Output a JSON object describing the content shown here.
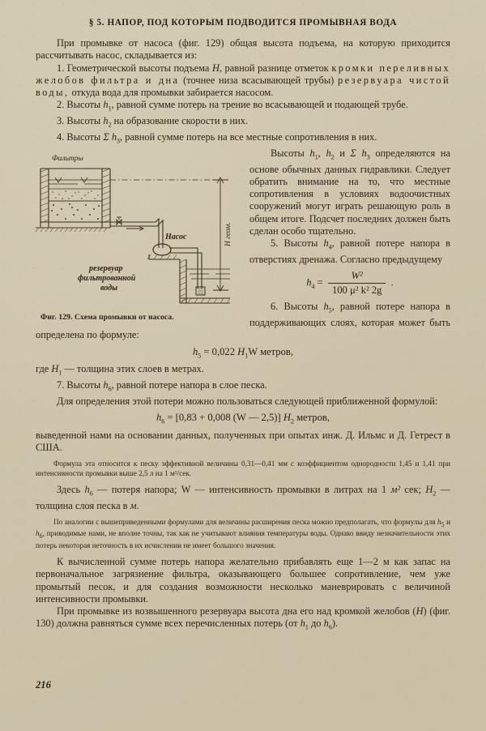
{
  "page": {
    "number": "216",
    "section_title": "§ 5. Напор, под которым подводится промывная вода"
  },
  "paragraphs": {
    "intro": "При промывке от насоса (фиг. 129) общая высота подъема, на которую приходится рассчитывать насос, складывается из:",
    "item1_a": "1. Геометрической высоты подъема ",
    "item1_H": "H",
    "item1_b": ", равной разнице отметок ",
    "item1_spaced1": "кромки переливных желобов фильтра и дна",
    "item1_c": " (точнее низа всасывающей трубы) ",
    "item1_spaced2": "резервуара чистой воды,",
    "item1_d": " откуда вода для промывки забирается насосом.",
    "item2_a": "2. Высоты ",
    "item2_h": "h",
    "item2_sub": "1",
    "item2_b": ", равной сумме потерь на трение во всасывающей и подающей трубе.",
    "item3_a": "3. Высоты ",
    "item3_h": "h",
    "item3_sub": "2",
    "item3_b": " на образование скорости в них.",
    "item4_a": "4. Высоты ",
    "item4_sigma": "Σ h",
    "item4_sub": "3",
    "item4_b": ", равной сумме потерь на все местные сопротивления в них.",
    "item5_a": "Высоты ",
    "item5_h1": "h",
    "item5_s1": "1",
    "item5_sep1": ", ",
    "item5_h2": "h",
    "item5_s2": "2",
    "item5_sep2": " и ",
    "item5_h3": "Σ h",
    "item5_s3": "3",
    "item5_b": " определяются на основе обычных данных гидравлики. Следует обратить внимание на то, что местные сопротивления в условиях водоочистных сооружений могут играть решающую роль в общем итоге. Подсчет последних должен быть сделан особо тщательно.",
    "item6_a": "5. Высоты ",
    "item6_h": "h",
    "item6_sub": "4",
    "item6_b": ", равной потере напора в отверстиях дренажа. Согласно предыдущему",
    "item7_a": "6. Высоты ",
    "item7_h": "h",
    "item7_sub": "5",
    "item7_b": ", равной потере напора в поддерживающих слоях, которая может быть определена по формуле:",
    "item7_note_a": "где ",
    "item7_note_H": "H",
    "item7_note_sub": "1",
    "item7_note_b": " — толщина этих слоев в метрах.",
    "item8_a": "7. Высоты ",
    "item8_h": "h",
    "item8_sub": "6",
    "item8_b": ", равной потере напора в слое песка.",
    "item9": "Для определения этой потери можно пользоваться следующей приближенной формулой:",
    "item10": "выведенной нами на основании данных, полученных при опытах инж. Д. Ильмс и Д. Гетрест в США.",
    "small1": "Формула эта относится к песку эффективной величины 0,31—0,41 мм с коэффициентом однородности 1,45 и 1,41 при интенсивности промывки выше 2,5 л на 1 м²/сек.",
    "item11_a": "Здесь ",
    "item11_h": "h",
    "item11_sub": "6",
    "item11_b": " — потеря напора; W — интенсивность промывки в литрах на 1 ",
    "item11_m": "м²",
    "item11_c": " сек; ",
    "item11_H": "H",
    "item11_Hsub": "2",
    "item11_d": " — толщина слоя песка в ",
    "item11_m2": "м",
    "item11_e": ".",
    "small2_a": "По аналогии с вышеприведенными формулами для величины расширения песка можно предполагать, что формулы для ",
    "small2_h5": "h",
    "small2_s5": "5",
    "small2_mid": " и ",
    "small2_h6": "h",
    "small2_s6": "6",
    "small2_b": ", приводимые нами, не вполне точны, так как не учитывают влияния температуры воды. Однако ввиду незначительности этих потерь некоторая неточность в их исчислении не имеет большого значения.",
    "item12": "К вычисленной сумме потерь напора желательно прибавлять еще 1—2 м как запас на первоначальное загрязнение фильтра, оказывающего большее сопротивление, чем уже промытый песок, и для создания возможности несколько маневрировать с величиной интенсивности промывки.",
    "item13_a": "При промывке из возвышенного резервуара высота дна его над кромкой желобов (",
    "item13_H": "H",
    "item13_b": ") (фиг. 130) должна равняться сумме всех перечисленных потерь (от ",
    "item13_h1": "h",
    "item13_s1": "1",
    "item13_mid": " до ",
    "item13_h9": "h",
    "item13_s9": "6",
    "item13_c": ")."
  },
  "formulas": {
    "h4": {
      "lhs": "h",
      "lhs_sub": "4",
      "eq": "=",
      "numerator": "W²",
      "denominator": "100 μ² k² 2g",
      "trail": "."
    },
    "h5": {
      "text_a": "h",
      "sub": "5",
      "text_b": " = 0,022 ",
      "H": "H",
      "Hsub": "1",
      "text_c": "W метров,"
    },
    "h6": {
      "text_a": "h",
      "sub": "6",
      "text_b": " = [0,83 + 0,008 (W — 2,5)] ",
      "H": "H",
      "Hsub": "2",
      "text_c": " метров,"
    }
  },
  "figure": {
    "caption_bold": "Фиг. 129.",
    "caption_rest": " Схема промывки от насоса.",
    "labels": {
      "filters": "Фильтры",
      "pump": "Насос",
      "reservoir_line1": "резервуар",
      "reservoir_line2": "фильтрованной",
      "reservoir_line3": "воды",
      "head": "Н геом."
    }
  },
  "colors": {
    "paper": "#cfc6ae",
    "ink": "#2e2418",
    "line": "#39301f"
  }
}
